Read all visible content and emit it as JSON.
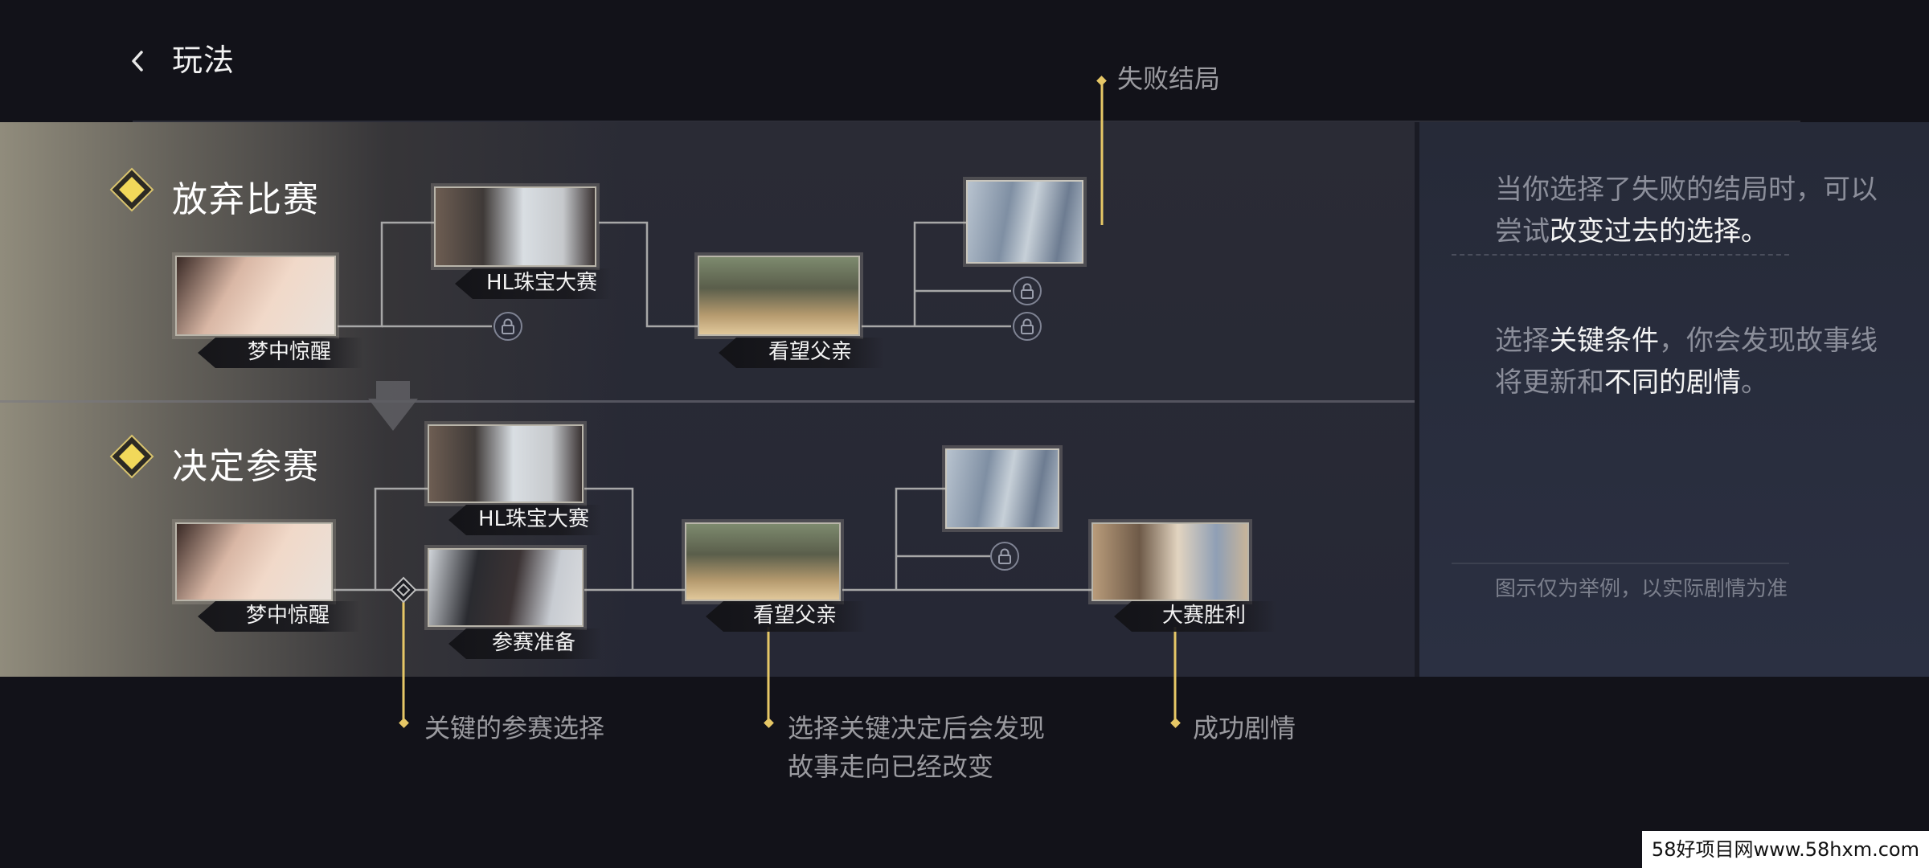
{
  "header": {
    "title": "玩法"
  },
  "sections": [
    {
      "title": "放弃比赛"
    },
    {
      "title": "决定参赛"
    }
  ],
  "nodes": {
    "r1_dream": "梦中惊醒",
    "r1_hl": "HL珠宝大赛",
    "r1_father": "看望父亲",
    "r2_dream": "梦中惊醒",
    "r2_hl": "HL珠宝大赛",
    "r2_prep": "参赛准备",
    "r2_father": "看望父亲",
    "r2_win": "大赛胜利"
  },
  "callouts": {
    "fail": "失败结局",
    "key_choice": "关键的参赛选择",
    "change_line1": "选择关键决定后会发现",
    "change_line2": "故事走向已经改变",
    "success": "成功剧情"
  },
  "side": {
    "tip1_a": "当你选择了失败的结局时，可以",
    "tip1_b": "尝试",
    "tip1_c": "改变过去的选择。",
    "tip2_a": "选择",
    "tip2_b": "关键条件",
    "tip2_c": "，你会发现故事线",
    "tip2_d": "将更新和",
    "tip2_e": "不同的剧情",
    "tip2_f": "。",
    "note": "图示仅为举例，以实际剧情为准"
  },
  "watermark": "58好项目网www.58hxm.com",
  "colors": {
    "accent": "#e6c766",
    "line": "#a9a9a9",
    "label_bg": "#16161b"
  }
}
